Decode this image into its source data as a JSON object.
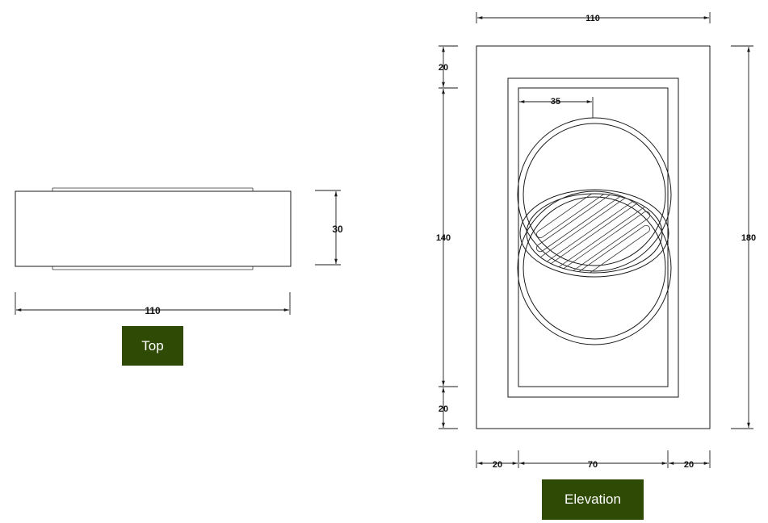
{
  "colors": {
    "label_background": "#2e4a05",
    "label_text": "#ffffff",
    "line": "#1a1a1a"
  },
  "views": {
    "top": {
      "label": "Top",
      "width_dim": "110",
      "depth_dim": "30"
    },
    "elevation": {
      "label": "Elevation",
      "top_width_dim": "110",
      "height_dim": "180",
      "inner_height_dim": "140",
      "top_margin_dim": "20",
      "bottom_margin_dim": "20",
      "left_margin_dim": "20",
      "center_width_dim": "70",
      "right_margin_dim": "20",
      "drain_offset_dim": "35"
    }
  }
}
